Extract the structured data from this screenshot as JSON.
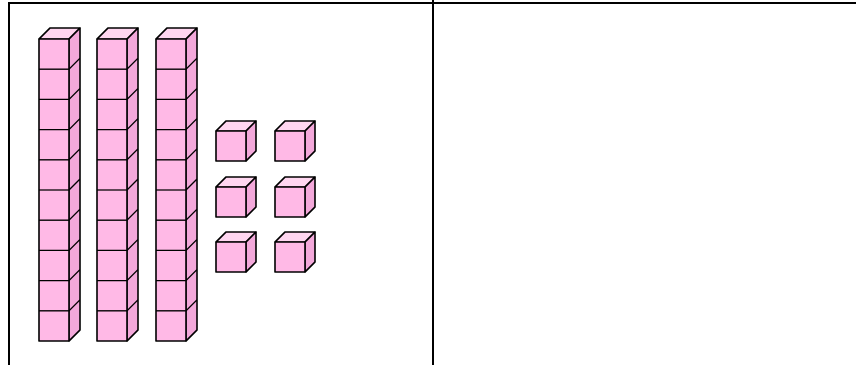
{
  "colors": {
    "block_front": "#ffb9e6",
    "block_top": "#ffd6f0",
    "block_side": "#f3a8da",
    "stroke": "#000000",
    "grid_line": "#000000",
    "background": "#ffffff"
  },
  "base_ten_blocks": {
    "tens_rods": 3,
    "units_per_rod": 10,
    "ones_cubes": 6,
    "ones_columns": 2,
    "ones_rows": 3
  }
}
